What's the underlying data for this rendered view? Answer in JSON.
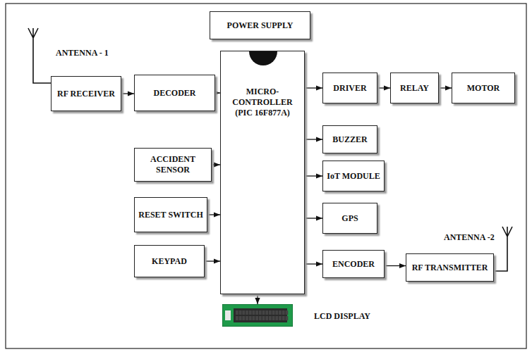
{
  "diagram": {
    "nodes": [
      {
        "text": [
          "POWER SUPPLY"
        ]
      },
      {
        "text": [
          "RF RECEIVER"
        ]
      },
      {
        "text": [
          "DECODER"
        ]
      },
      {
        "text": [
          "MICRO- CONTROLLER (PIC 16F877A)"
        ]
      },
      {
        "text": [
          "ACCIDENT SENSOR"
        ]
      },
      {
        "text": [
          "RESET SWITCH"
        ]
      },
      {
        "text": [
          "KEYPAD"
        ]
      },
      {
        "text": [
          "DRIVER"
        ]
      },
      {
        "text": [
          "RELAY"
        ]
      },
      {
        "text": [
          "MOTOR"
        ]
      },
      {
        "text": [
          "BUZZER"
        ]
      },
      {
        "text": [
          "IoT MODULE"
        ]
      },
      {
        "text": [
          "GPS"
        ]
      },
      {
        "text": [
          "ENCODER"
        ]
      },
      {
        "text": [
          "RF TRANSMITTER"
        ]
      },
      {
        "text": [
          "LCD DISPLAY"
        ]
      }
    ],
    "edges": [
      {
        "from": 1,
        "to": 2,
        "arrow": "to"
      },
      {
        "from": 2,
        "to": 3,
        "arrow": "to"
      },
      {
        "from": 4,
        "to": 3,
        "arrow": "to"
      },
      {
        "from": 5,
        "to": 3,
        "arrow": "to"
      },
      {
        "from": 6,
        "to": 3,
        "arrow": "to"
      },
      {
        "from": 3,
        "to": 7,
        "arrow": "to"
      },
      {
        "from": 7,
        "to": 8,
        "arrow": "to"
      },
      {
        "from": 8,
        "to": 9,
        "arrow": "to"
      },
      {
        "from": 3,
        "to": 10,
        "arrow": "to"
      },
      {
        "from": 3,
        "to": 11,
        "arrow": "to"
      },
      {
        "from": 3,
        "to": 12,
        "arrow": "to"
      },
      {
        "from": 3,
        "to": 13,
        "arrow": "to"
      },
      {
        "from": 13,
        "to": 14,
        "arrow": "to"
      },
      {
        "from": 3,
        "to": 15,
        "arrow": "to"
      }
    ],
    "labels": [
      "ANTENNA - 1",
      "ANTENNA -2"
    ]
  }
}
